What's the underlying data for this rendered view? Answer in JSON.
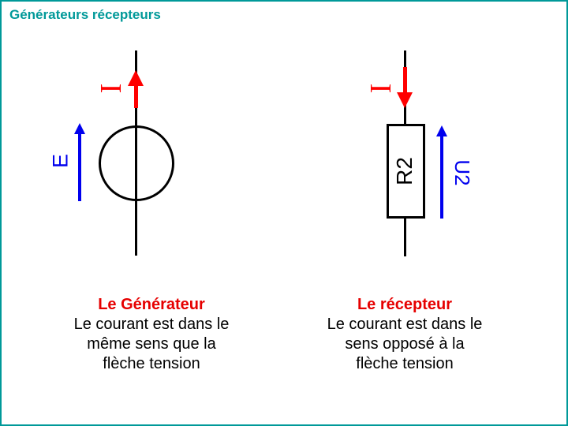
{
  "title": {
    "text": "Générateurs récepteurs",
    "color": "#009999"
  },
  "colors": {
    "accent_teal": "#009999",
    "arrow_red": "#ff0000",
    "arrow_blue": "#0000ee",
    "heading_red": "#e60000",
    "stroke_black": "#000000",
    "background": "#ffffff"
  },
  "generator": {
    "current_label": "I",
    "emf_label": "E",
    "caption": {
      "title": "Le Générateur",
      "lines": [
        "Le courant est dans le",
        "même sens que la",
        "flèche tension"
      ]
    }
  },
  "receptor": {
    "current_label": "I",
    "resistor_label": "R2",
    "voltage_label": "U2",
    "caption": {
      "title": "Le récepteur",
      "lines": [
        "Le courant est dans le",
        "sens opposé à la",
        "flèche tension"
      ]
    }
  }
}
